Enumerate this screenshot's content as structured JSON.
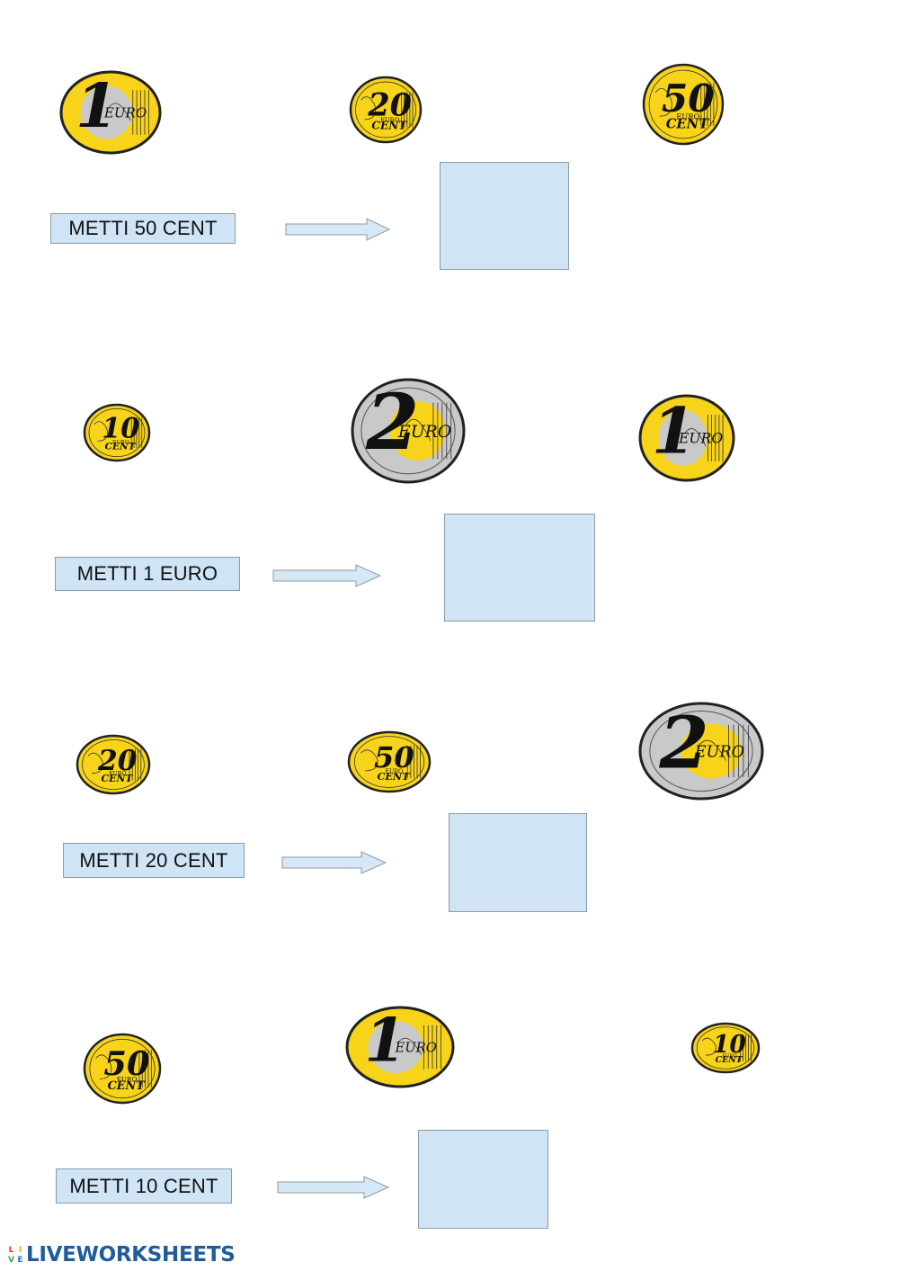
{
  "exercises": [
    {
      "instruction": "METTI 50 CENT",
      "coins": [
        {
          "type": "euro",
          "value": "1",
          "unit": "EURO"
        },
        {
          "type": "cent",
          "value": "20",
          "unit_top": "EURO",
          "unit_bottom": "CENT"
        },
        {
          "type": "cent",
          "value": "50",
          "unit_top": "EURO",
          "unit_bottom": "CENT"
        }
      ]
    },
    {
      "instruction": "METTI 1 EURO",
      "coins": [
        {
          "type": "cent",
          "value": "10",
          "unit_top": "EURO",
          "unit_bottom": "CENT"
        },
        {
          "type": "euro2",
          "value": "2",
          "unit": "EURO"
        },
        {
          "type": "euro",
          "value": "1",
          "unit": "EURO"
        }
      ]
    },
    {
      "instruction": "METTI 20 CENT",
      "coins": [
        {
          "type": "cent",
          "value": "20",
          "unit_top": "EURO",
          "unit_bottom": "CENT"
        },
        {
          "type": "cent",
          "value": "50",
          "unit_top": "EURO",
          "unit_bottom": "CENT"
        },
        {
          "type": "euro2",
          "value": "2",
          "unit": "EURO"
        }
      ]
    },
    {
      "instruction": "METTI 10 CENT",
      "coins": [
        {
          "type": "cent",
          "value": "50",
          "unit_top": "EURO",
          "unit_bottom": "CENT"
        },
        {
          "type": "euro",
          "value": "1",
          "unit": "EURO"
        },
        {
          "type": "cent",
          "value": "10",
          "unit_top": "EURO",
          "unit_bottom": "CENT"
        }
      ]
    }
  ],
  "footer": {
    "brand": "LIVEWORKSHEETS",
    "logo_letters": [
      "L",
      "I",
      "V",
      "E"
    ],
    "logo_colors": [
      "#e23b2e",
      "#f2a91c",
      "#3aa845",
      "#2a74c6"
    ]
  },
  "colors": {
    "coin_gold": "#f7d31a",
    "coin_silver": "#c9c9c9",
    "box_fill": "#d0e4f4",
    "brand_blue": "#1f5c9a"
  }
}
